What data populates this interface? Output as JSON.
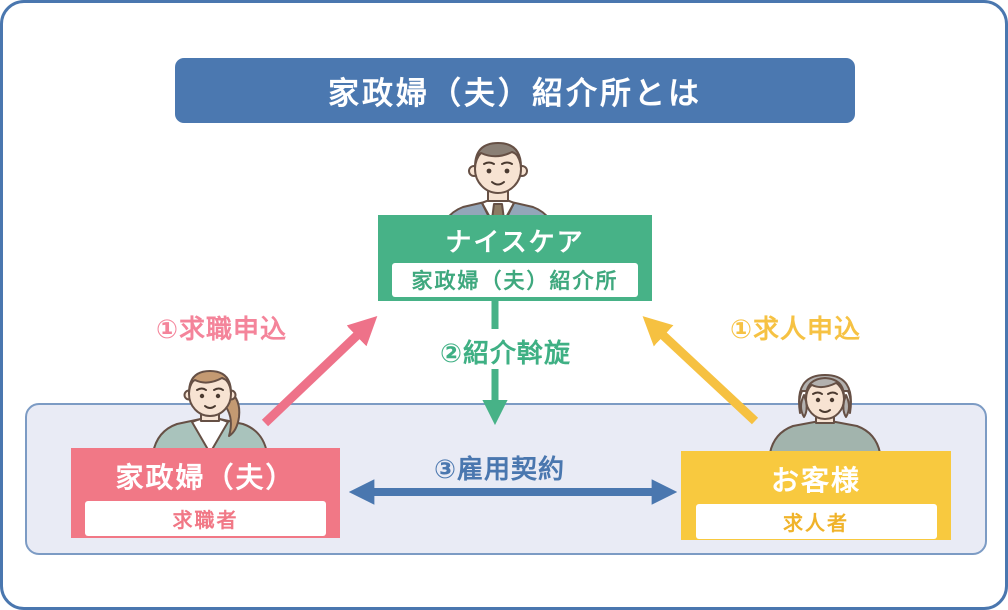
{
  "title": "家政婦（夫）紹介所とは",
  "agency": {
    "name": "ナイスケア",
    "subtitle": "家政婦（夫）紹介所"
  },
  "housekeeper": {
    "name": "家政婦（夫）",
    "role": "求職者"
  },
  "customer": {
    "name": "お客様",
    "role": "求人者"
  },
  "flows": {
    "job_seek": "①求職申込",
    "job_offer": "①求人申込",
    "referral": "②紹介斡旋",
    "employment": "③雇用契約"
  },
  "icons": {
    "agency_avatar": "businessman-avatar",
    "housekeeper_avatar": "woman-avatar",
    "customer_avatar": "elderly-woman-avatar"
  },
  "colors": {
    "frame_border": "#4a77af",
    "banner_bg": "#4b78b0",
    "agency_green": "#47b287",
    "housekeeper_pink": "#f17886",
    "customer_yellow": "#f8c93f",
    "label_pink": "#f4849a",
    "label_yellow": "#f6c243",
    "label_green": "#3fb084",
    "label_blue": "#4a77af",
    "zone_bg": "#e9ebf5",
    "zone_border": "#7c9bc4"
  }
}
